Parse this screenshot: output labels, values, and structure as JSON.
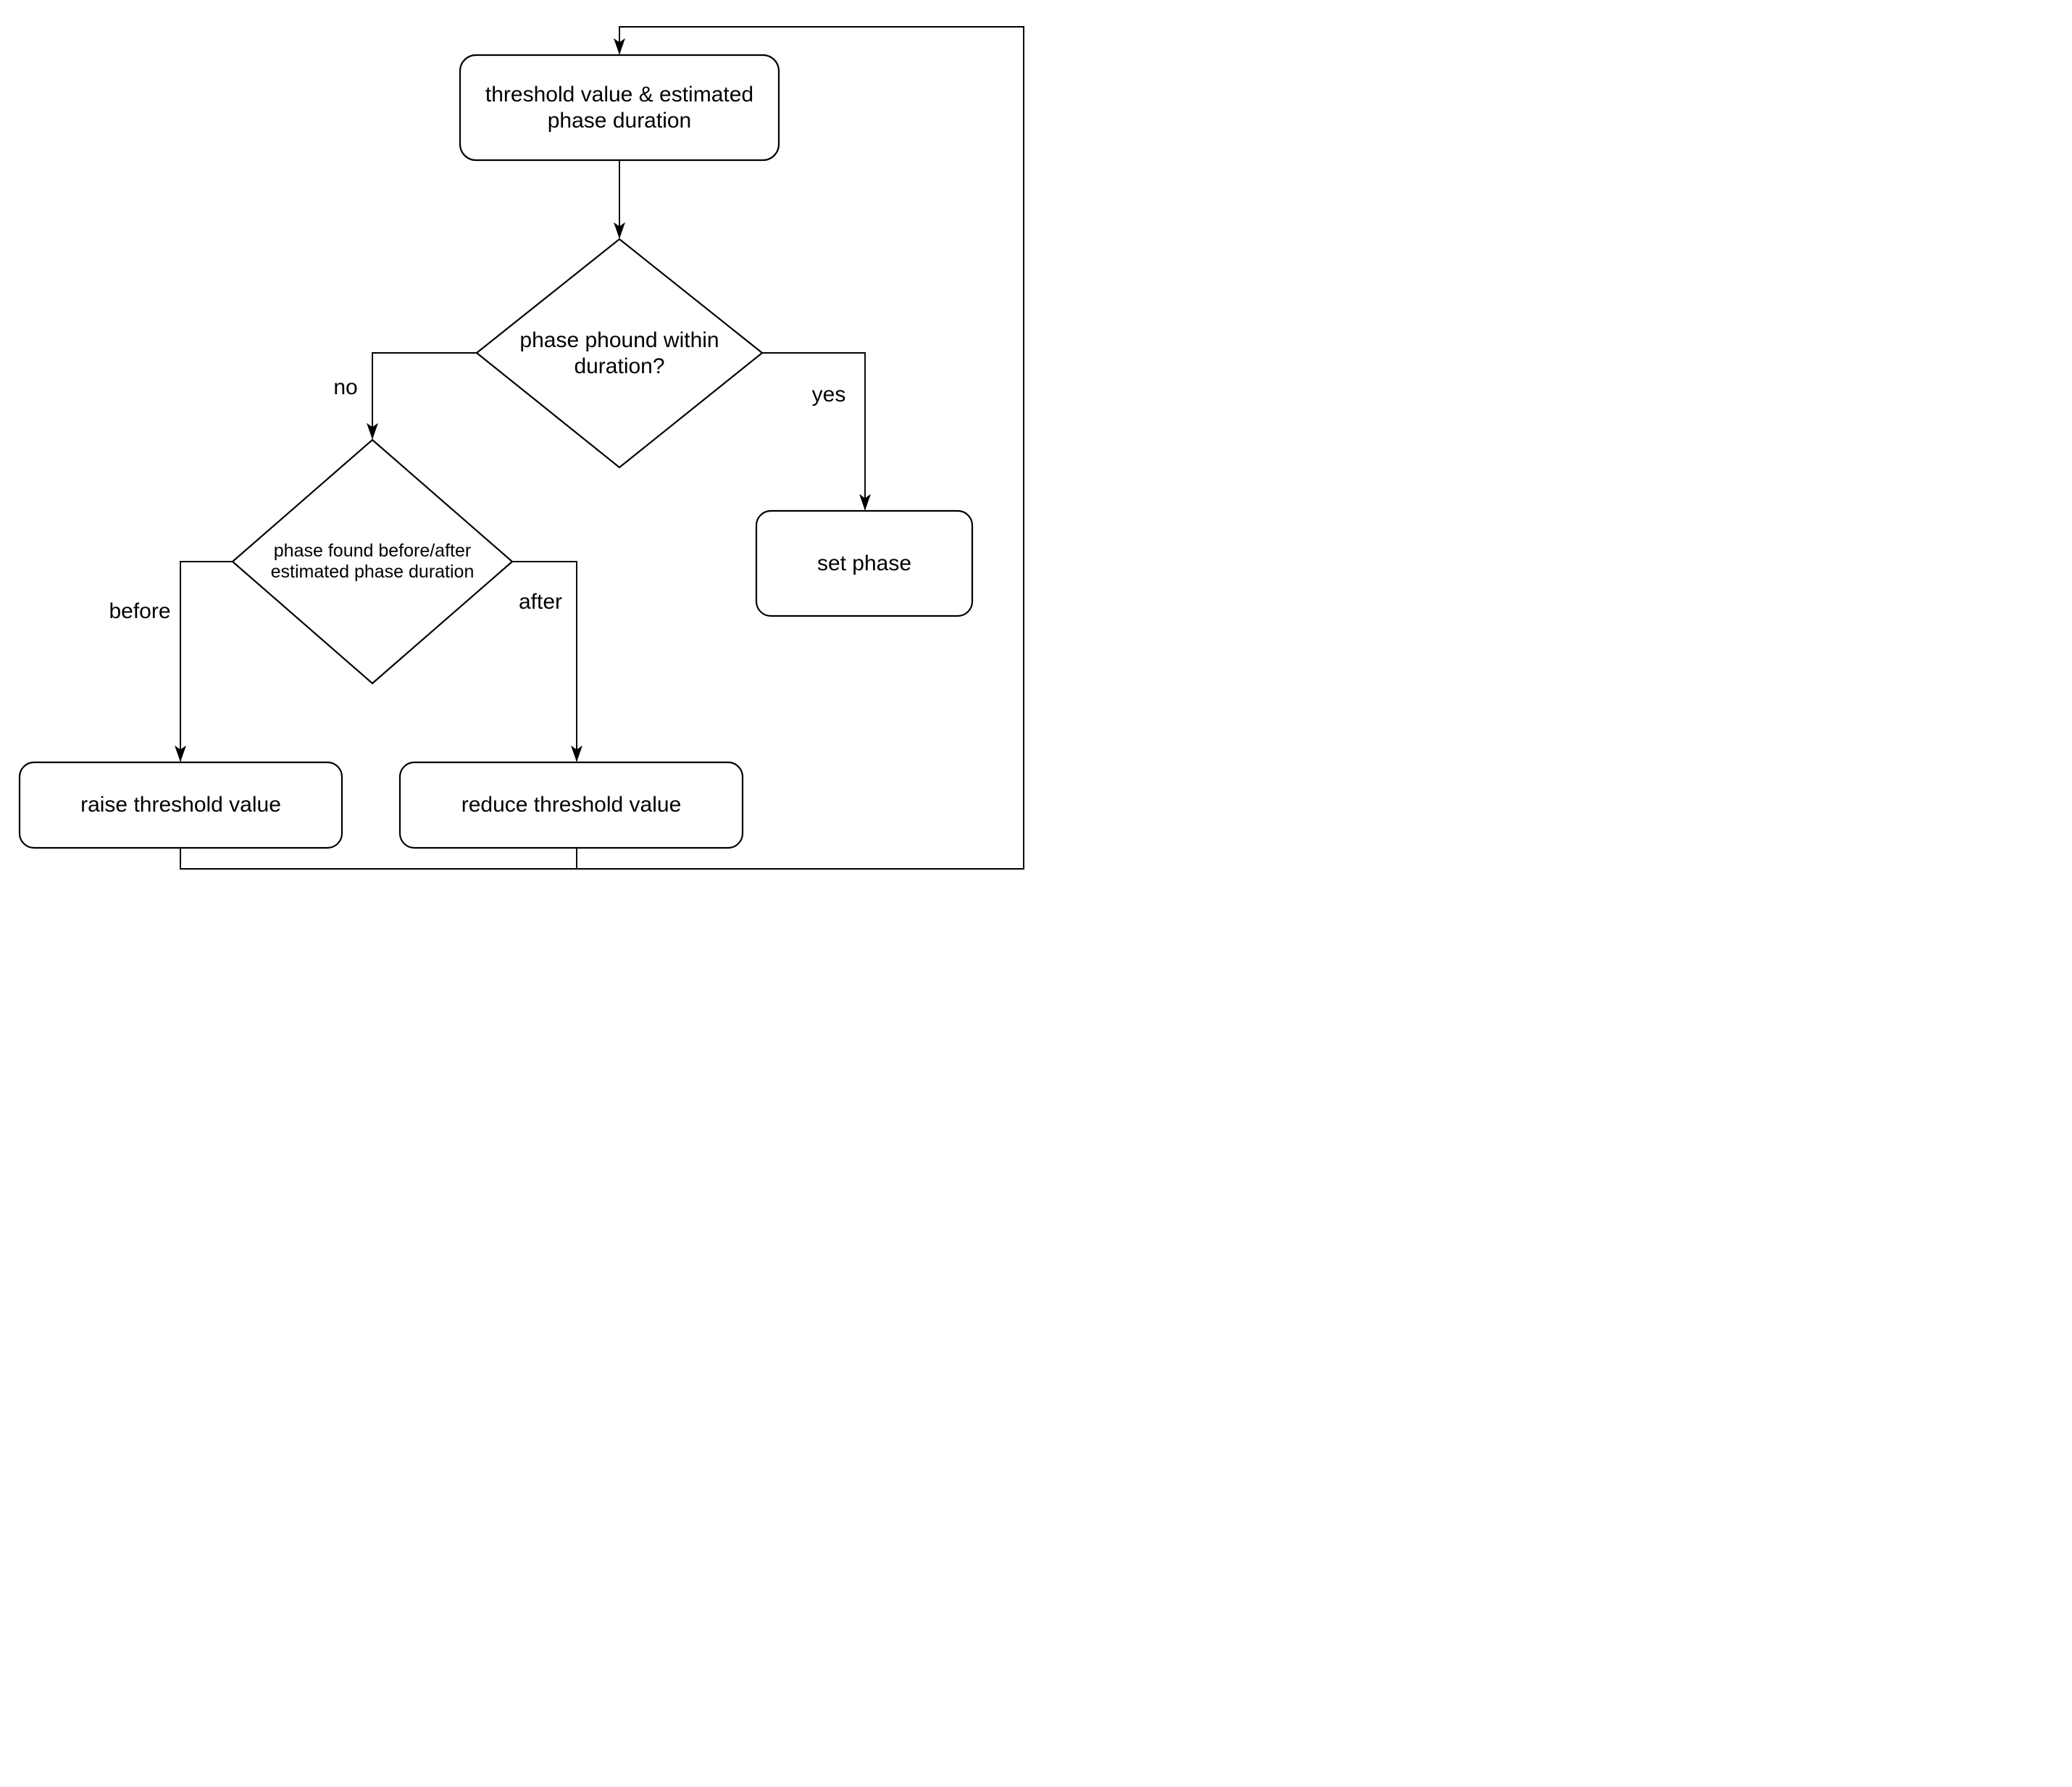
{
  "diagram": {
    "type": "flowchart",
    "background": "#ffffff",
    "stroke_color": "#000000",
    "text_color": "#000000",
    "nodes": {
      "start": {
        "shape": "rounded-rectangle",
        "label": "threshold value & estimated\nphase duration"
      },
      "decision_within": {
        "shape": "diamond",
        "label": "phase phound within\nduration?"
      },
      "decision_before_after": {
        "shape": "diamond",
        "label": "phase found before/after\nestimated phase duration"
      },
      "set_phase": {
        "shape": "rounded-rectangle",
        "label": "set phase"
      },
      "raise_threshold": {
        "shape": "rounded-rectangle",
        "label": "raise threshold value"
      },
      "reduce_threshold": {
        "shape": "rounded-rectangle",
        "label": "reduce threshold value"
      }
    },
    "edge_labels": {
      "no": "no",
      "yes": "yes",
      "before": "before",
      "after": "after"
    }
  }
}
